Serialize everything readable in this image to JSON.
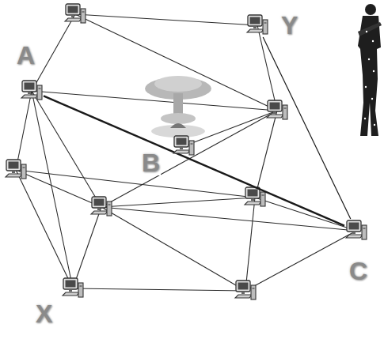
{
  "diagram": {
    "nodes": [
      {
        "text": [
          "Y"
        ]
      },
      {
        "text": [
          "A"
        ]
      },
      {
        "text": [
          "B"
        ]
      },
      {
        "text": [
          "C"
        ]
      },
      {
        "text": [
          "X"
        ]
      }
    ],
    "edges": [
      {
        "from": 0,
        "to": 3,
        "arrow": "none"
      },
      {
        "from": 1,
        "to": 3,
        "arrow": "none"
      }
    ]
  }
}
